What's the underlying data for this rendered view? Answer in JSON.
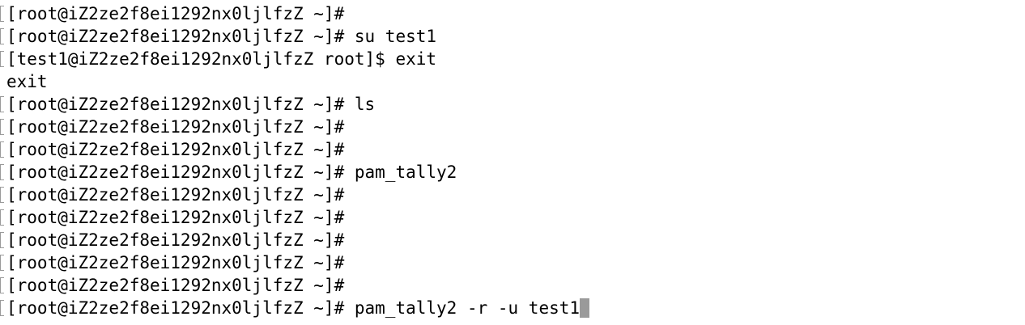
{
  "terminal": {
    "lines": [
      {
        "prefix": "[root@iZ2ze2f8ei1292nx0ljlfzZ ~]#",
        "command": "",
        "marked": true
      },
      {
        "prefix": "[root@iZ2ze2f8ei1292nx0ljlfzZ ~]#",
        "command": " su test1",
        "marked": true
      },
      {
        "prefix": "[test1@iZ2ze2f8ei1292nx0ljlfzZ root]$",
        "command": " exit",
        "marked": true
      },
      {
        "prefix": "exit",
        "command": "",
        "marked": false
      },
      {
        "prefix": "[root@iZ2ze2f8ei1292nx0ljlfzZ ~]#",
        "command": " ls",
        "marked": true
      },
      {
        "prefix": "[root@iZ2ze2f8ei1292nx0ljlfzZ ~]#",
        "command": "",
        "marked": true
      },
      {
        "prefix": "[root@iZ2ze2f8ei1292nx0ljlfzZ ~]#",
        "command": "",
        "marked": true
      },
      {
        "prefix": "[root@iZ2ze2f8ei1292nx0ljlfzZ ~]#",
        "command": " pam_tally2",
        "marked": true
      },
      {
        "prefix": "[root@iZ2ze2f8ei1292nx0ljlfzZ ~]#",
        "command": "",
        "marked": true
      },
      {
        "prefix": "[root@iZ2ze2f8ei1292nx0ljlfzZ ~]#",
        "command": "",
        "marked": true
      },
      {
        "prefix": "[root@iZ2ze2f8ei1292nx0ljlfzZ ~]#",
        "command": "",
        "marked": true
      },
      {
        "prefix": "[root@iZ2ze2f8ei1292nx0ljlfzZ ~]#",
        "command": "",
        "marked": true
      },
      {
        "prefix": "[root@iZ2ze2f8ei1292nx0ljlfzZ ~]#",
        "command": "",
        "marked": true
      },
      {
        "prefix": "[root@iZ2ze2f8ei1292nx0ljlfzZ ~]#",
        "command": " pam_tally2 -r -u test1",
        "marked": true
      }
    ]
  },
  "colors": {
    "background": "#ffffff",
    "text": "#000000",
    "cursor": "#9a9a9a"
  }
}
